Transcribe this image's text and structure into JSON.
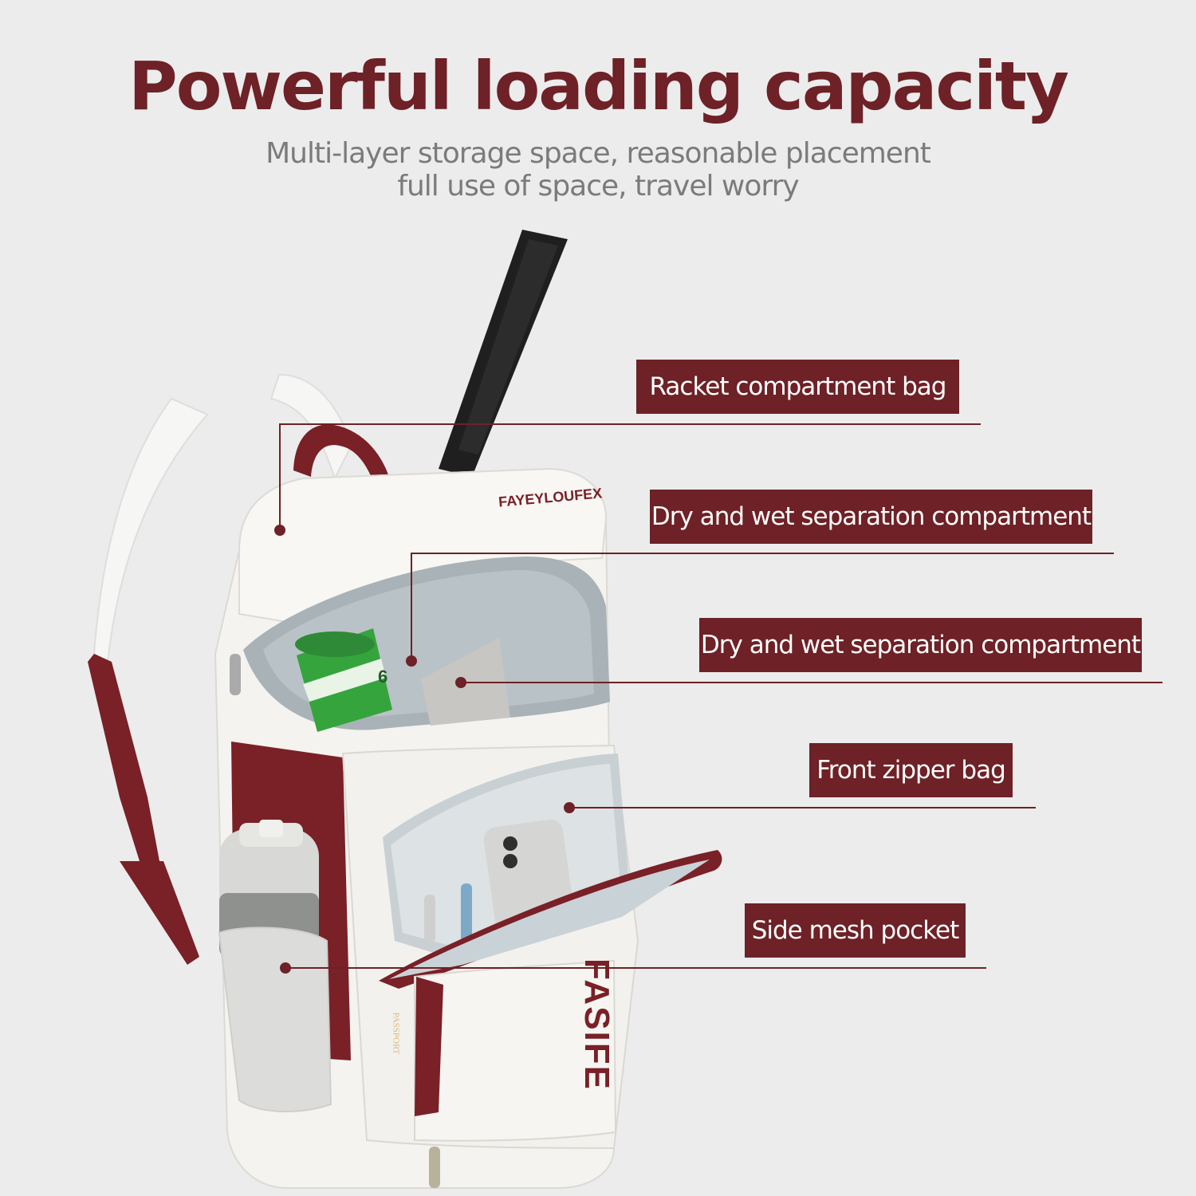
{
  "headline": {
    "title": "Powerful loading capacity",
    "subtitle_line1": "Multi-layer storage space, reasonable placement",
    "subtitle_line2": "full use of space, travel worry"
  },
  "callouts": [
    {
      "label": "Racket compartment bag"
    },
    {
      "label": "Dry and wet separation compartment"
    },
    {
      "label": "Dry and wet separation compartment"
    },
    {
      "label": "Front zipper bag"
    },
    {
      "label": "Side mesh pocket"
    }
  ],
  "product": {
    "brand_logo_top": "FAYEYLOUFEX",
    "front_print": "FASIFE",
    "passport_text": "PASSPORT",
    "bottle_text": "6"
  },
  "colors": {
    "background": "#ececec",
    "accent": "#6e2126",
    "subtitle": "#7b7b7b",
    "label_text": "#ffffff",
    "bag_body": "#f4f3ef",
    "lining": "#aab3b7"
  }
}
